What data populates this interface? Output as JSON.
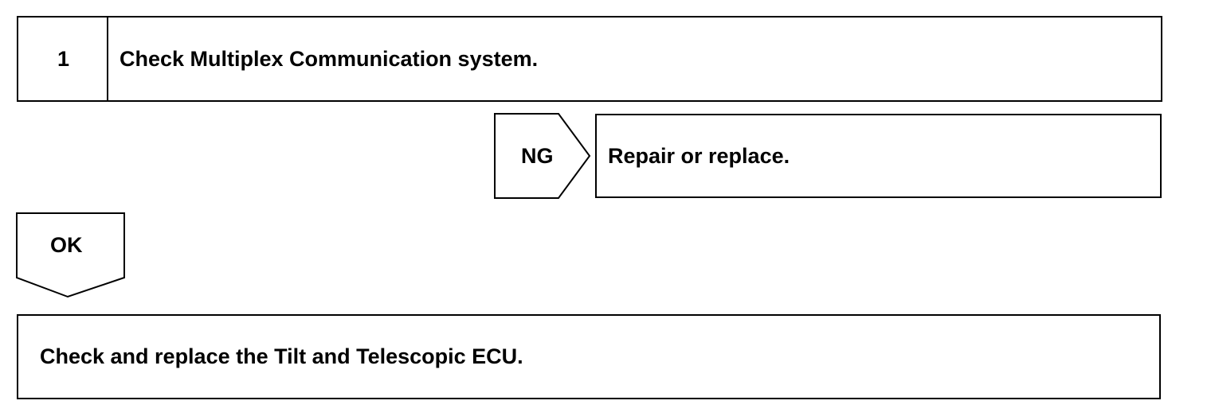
{
  "step": {
    "number": "1",
    "title": "Check Multiplex Communication system."
  },
  "ng_branch": {
    "label": "NG",
    "action": "Repair or replace."
  },
  "ok_branch": {
    "label": "OK"
  },
  "final_step": {
    "action": "Check and replace the Tilt and Telescopic ECU."
  },
  "colors": {
    "line": "#000000",
    "background": "#ffffff"
  }
}
